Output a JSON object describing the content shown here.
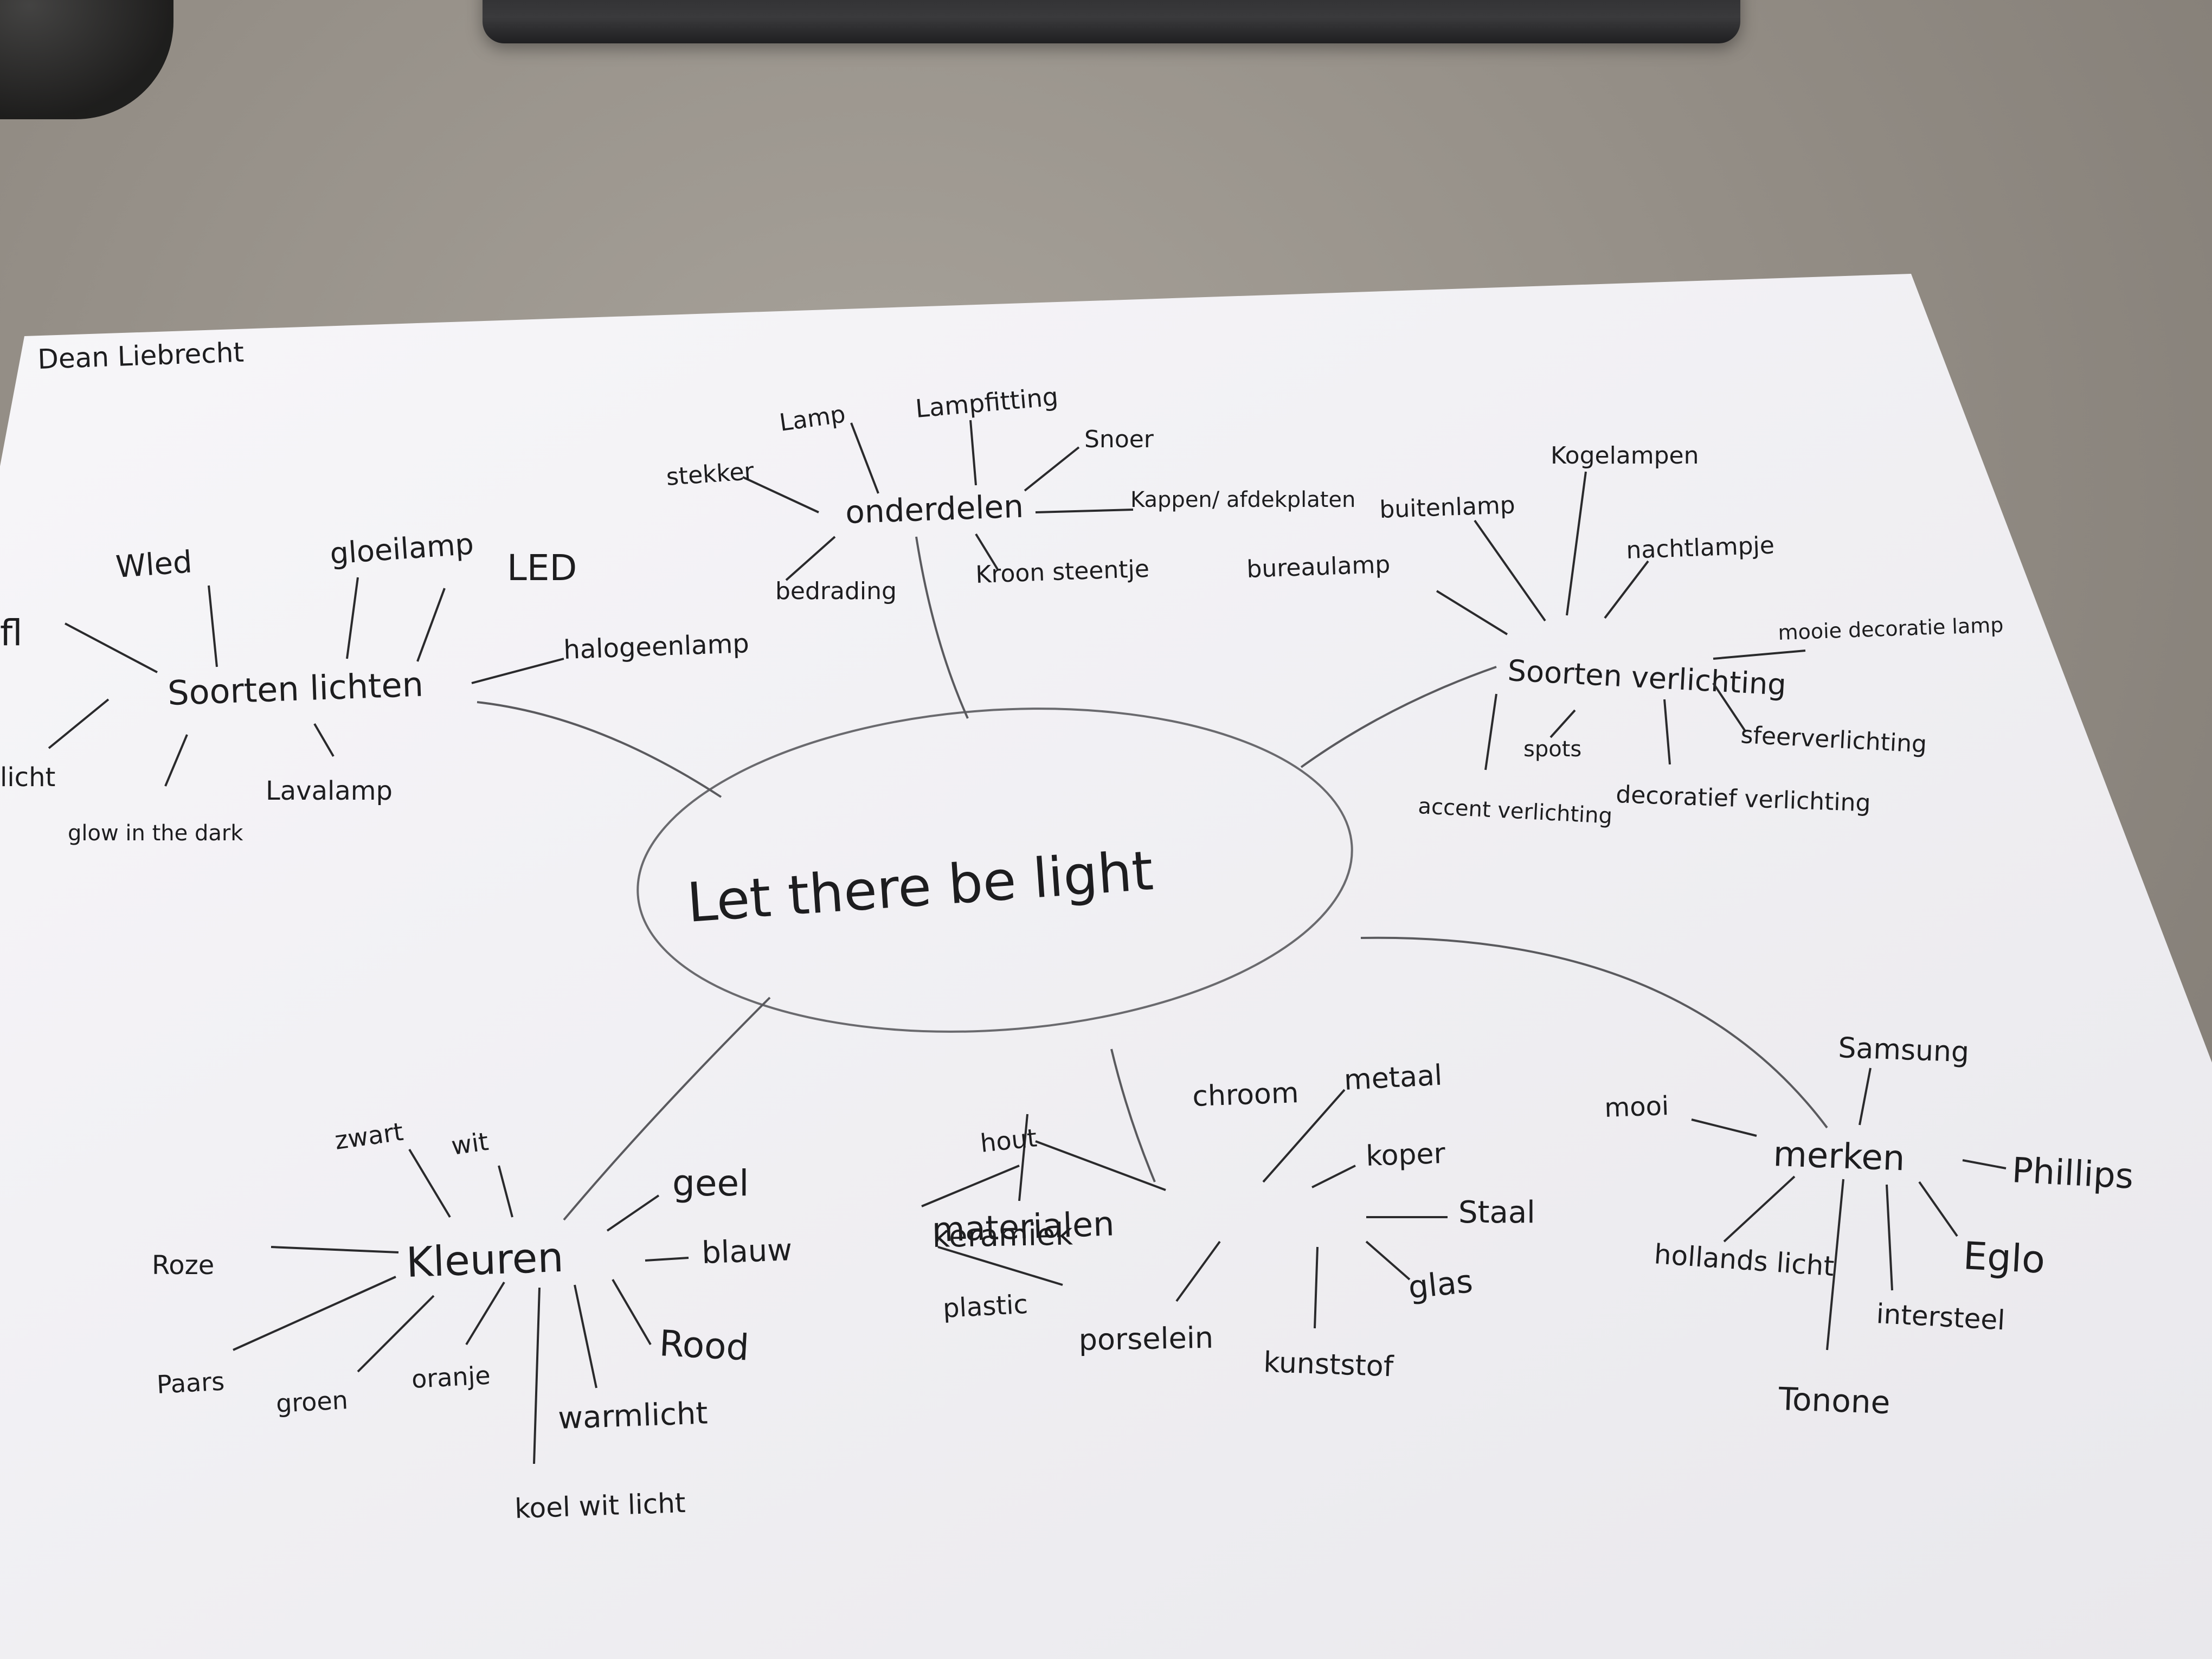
{
  "author": "Dean Liebrecht",
  "center": "Let there be light",
  "branches": {
    "soorten_lichten": {
      "label": "Soorten lichten",
      "items": [
        "Wled",
        "gloeilamp",
        "LED",
        "halogeenlamp",
        "Lavalamp",
        "glow in the dark",
        "licht",
        "fl"
      ]
    },
    "onderdelen": {
      "label": "onderdelen",
      "items": [
        "stekker",
        "Lamp",
        "Lampfitting",
        "Snoer",
        "Kappen/ afdekplaten",
        "bedrading",
        "Kroon steentje"
      ]
    },
    "soorten_verlichting": {
      "label": "Soorten verlichting",
      "items": [
        "Kogelampen",
        "buitenlamp",
        "nachtlampje",
        "bureaulamp",
        "mooie decoratie lamp",
        "sfeerverlichting",
        "spots",
        "accent verlichting",
        "decoratief verlichting"
      ]
    },
    "kleuren": {
      "label": "Kleuren",
      "items": [
        "zwart",
        "wit",
        "geel",
        "blauw",
        "Rood",
        "Roze",
        "Paars",
        "groen",
        "oranje",
        "warmlicht",
        "koel wit licht"
      ]
    },
    "materialen": {
      "label": "materialen",
      "items": [
        "hout",
        "chroom",
        "metaal",
        "koper",
        "Staal",
        "keramiek",
        "plastic",
        "porselein",
        "kunststof",
        "glas"
      ]
    },
    "merken": {
      "label": "merken",
      "items": [
        "Samsung",
        "mooi",
        "Phillips",
        "Eglo",
        "hollands licht",
        "intersteel",
        "Tonone"
      ]
    }
  },
  "colors": {
    "paper": "#f4f3f6",
    "ink": "#1d1d1f",
    "desk": "#958f87"
  }
}
